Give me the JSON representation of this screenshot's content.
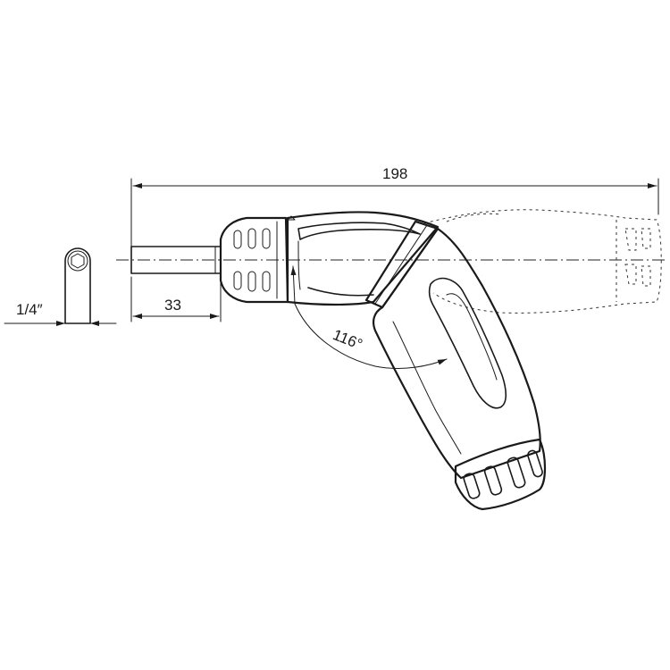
{
  "drawing": {
    "dimensions": {
      "overall_length": "198",
      "bit_length": "33",
      "hex_size": "1/4″",
      "angle": "116°"
    },
    "line_color": "#1a1a1a",
    "background": "#ffffff"
  }
}
